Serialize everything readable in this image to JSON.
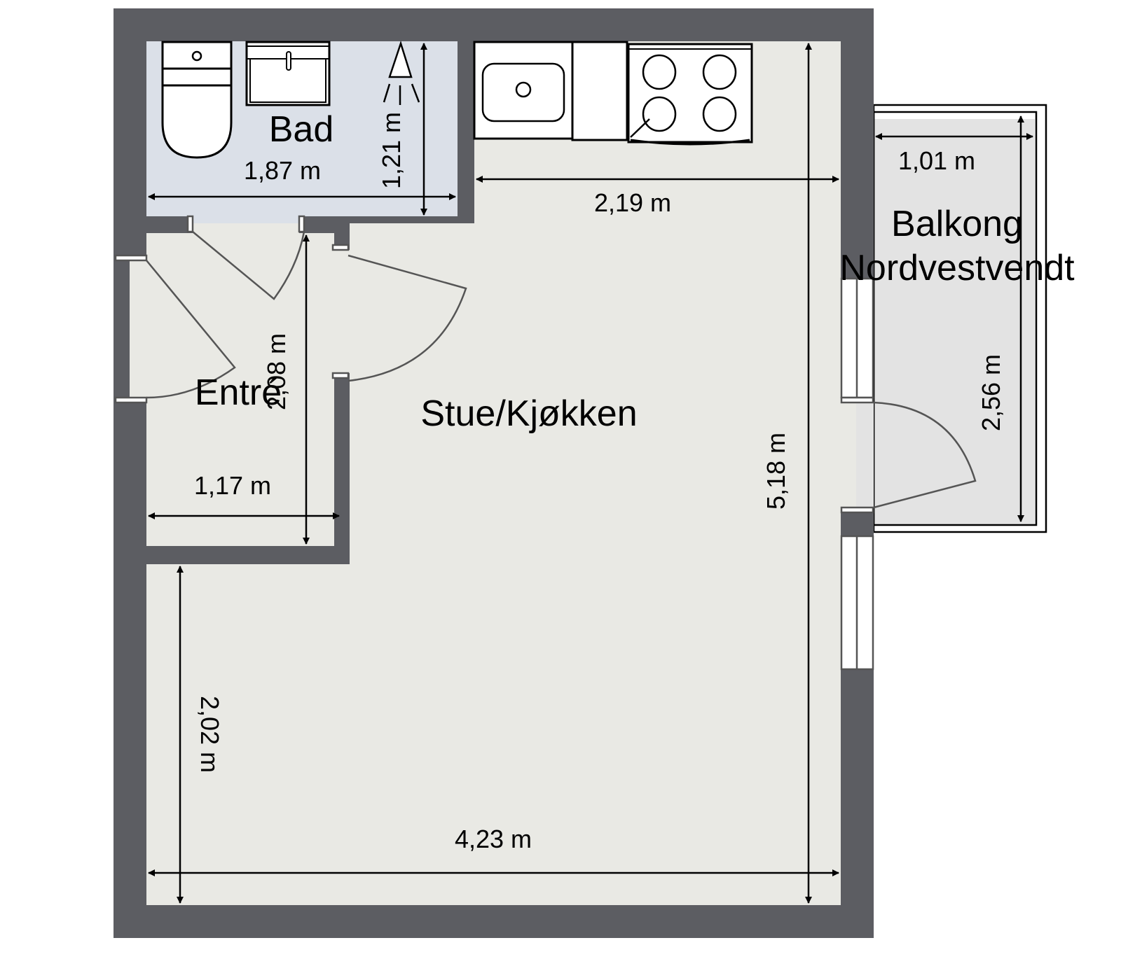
{
  "floorplan": {
    "colors": {
      "wall": "#5c5d62",
      "floor_main": "#e9e9e4",
      "floor_bath": "#dbe0e8",
      "floor_balcony": "#e3e3e3"
    },
    "rooms": {
      "bad": {
        "label": "Bad",
        "width": "1,87 m",
        "height": "1,21 m"
      },
      "entre": {
        "label": "Entré",
        "width": "1,17 m",
        "height": "2,08 m"
      },
      "stue": {
        "label": "Stue/Kjøkken",
        "width_top": "2,19 m",
        "width_bottom": "4,23 m",
        "height_right": "5,18 m",
        "height_left": "2,02 m"
      },
      "balkong": {
        "label_line1": "Balkong",
        "label_line2": "Nordvestvendt",
        "width": "1,01 m",
        "height": "2,56 m"
      }
    },
    "fixtures": [
      "toilet-icon",
      "bathroom-sink-icon",
      "shower-icon",
      "kitchen-sink-icon",
      "countertop",
      "stove-icon"
    ]
  }
}
